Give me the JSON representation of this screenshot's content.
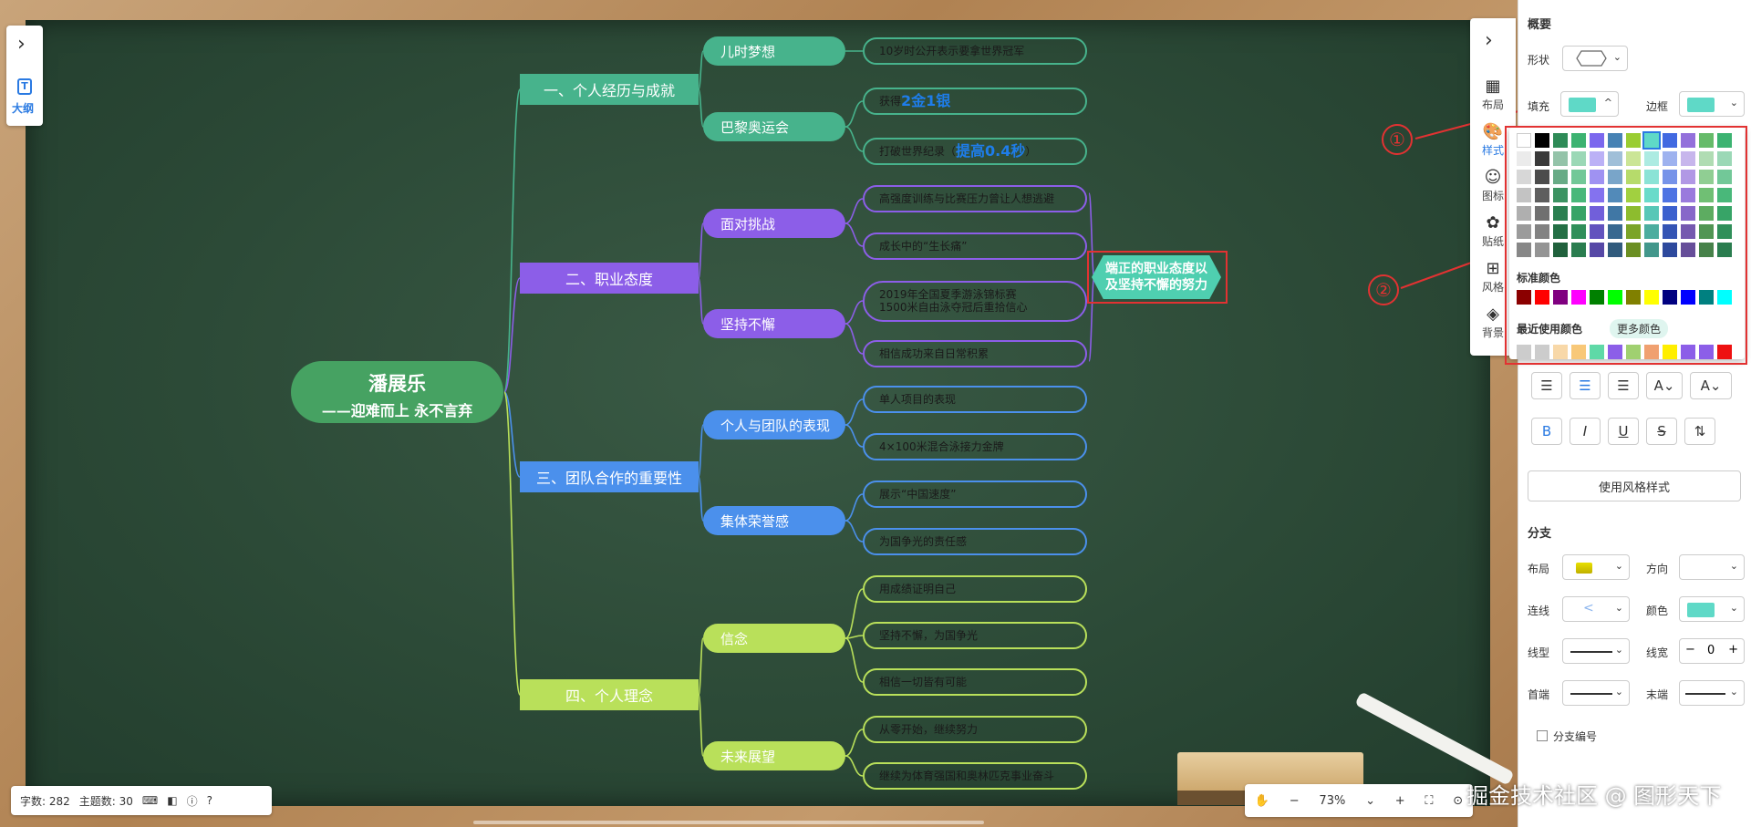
{
  "root": {
    "title": "潘展乐",
    "subtitle": "——迎难而上 永不言弃"
  },
  "branches": [
    {
      "label": "一、个人经历与成就",
      "color": "#47b38c",
      "subs": [
        {
          "label": "儿时梦想",
          "leaves": [
            {
              "text": "10岁时公开表示要拿世界冠军"
            }
          ]
        },
        {
          "label": "巴黎奥运会",
          "leaves": [
            {
              "text": "获得",
              "hl": "2金1银"
            },
            {
              "text": "打破世界纪录（",
              "hl": "提高0.4秒",
              "suffix": "）"
            }
          ]
        }
      ]
    },
    {
      "label": "二、职业态度",
      "color": "#8c5ee8",
      "subs": [
        {
          "label": "面对挑战",
          "leaves": [
            {
              "text": "高强度训练与比赛压力曾让人想逃避"
            },
            {
              "text": "成长中的“生长痛”"
            }
          ]
        },
        {
          "label": "坚持不懈",
          "leaves": [
            {
              "text": "2019年全国夏季游泳锦标赛\n1500米自由泳夺冠后重拾信心"
            },
            {
              "text": "相信成功来自日常积累"
            }
          ]
        }
      ]
    },
    {
      "label": "三、团队合作的重要性",
      "color": "#4b90ec",
      "subs": [
        {
          "label": "个人与团队的表现",
          "leaves": [
            {
              "text": "单人项目的表现"
            },
            {
              "text": "4×100米混合泳接力金牌"
            }
          ]
        },
        {
          "label": "集体荣誉感",
          "leaves": [
            {
              "text": "展示“中国速度”"
            },
            {
              "text": "为国争光的责任感"
            }
          ]
        }
      ]
    },
    {
      "label": "四、个人理念",
      "color": "#b9e05a",
      "subs": [
        {
          "label": "信念",
          "leaves": [
            {
              "text": "用成绩证明自己"
            },
            {
              "text": "坚持不懈，为国争光"
            },
            {
              "text": "相信一切皆有可能"
            }
          ]
        },
        {
          "label": "未来展望",
          "leaves": [
            {
              "text": "从零开始，继续努力"
            },
            {
              "text": "继续为体育强国和奥林匹克事业奋斗"
            }
          ]
        }
      ]
    }
  ],
  "summary": "端正的职业态度以\n及坚持不懈的努力",
  "annotations": [
    "①",
    "②"
  ],
  "left_toolbar": {
    "label": "大纲"
  },
  "right_toolbar": [
    "布局",
    "样式",
    "图标",
    "贴纸",
    "风格",
    "背景"
  ],
  "panel": {
    "outline_title": "概要",
    "shape_label": "形状",
    "fill_label": "填充",
    "border_label": "边框",
    "standard_colors_label": "标准颜色",
    "recent_colors_label": "最近使用颜色",
    "more_colors": "更多颜色",
    "use_style_button": "使用风格样式",
    "branch_title": "分支",
    "layout_label": "布局",
    "direction_label": "方向",
    "line_label": "连线",
    "color_label": "颜色",
    "line_type_label": "线型",
    "line_width_label": "线宽",
    "line_width_value": "0",
    "start_label": "首端",
    "end_label": "末端",
    "branch_number_label": "分支编号"
  },
  "colors": {
    "fill": "#5fd9c7",
    "accent": "#2a7ae2",
    "annotation": "#e23232"
  },
  "palette_top": [
    "#ffffff",
    "#000000",
    "#2e8b57",
    "#3cb371",
    "#7b68ee",
    "#4682b4",
    "#9acd32",
    "#5fd9c7",
    "#4169e1",
    "#9370db",
    "#66bb6a",
    "#3cb371"
  ],
  "standard_colors": [
    "#8b0000",
    "#ff0000",
    "#800080",
    "#ff00ff",
    "#008000",
    "#00ff00",
    "#808000",
    "#ffff00",
    "#000080",
    "#0000ff",
    "#008080",
    "#00ffff"
  ],
  "recent_colors": [
    "#cccccc",
    "#cccccc",
    "#f8d8a8",
    "#f8c878",
    "#5fd9a7",
    "#8c5ee8",
    "#a0d070",
    "#f0a070",
    "#ffee00",
    "#8c5ee8",
    "#8c5ee8",
    "#ee1111"
  ],
  "status": {
    "word_count": "字数: 282",
    "topic_count": "主题数: 30"
  },
  "zoom": {
    "value": "73%",
    "minus": "−",
    "plus": "+"
  },
  "watermark": "掘金技术社区 @ 图形天下"
}
